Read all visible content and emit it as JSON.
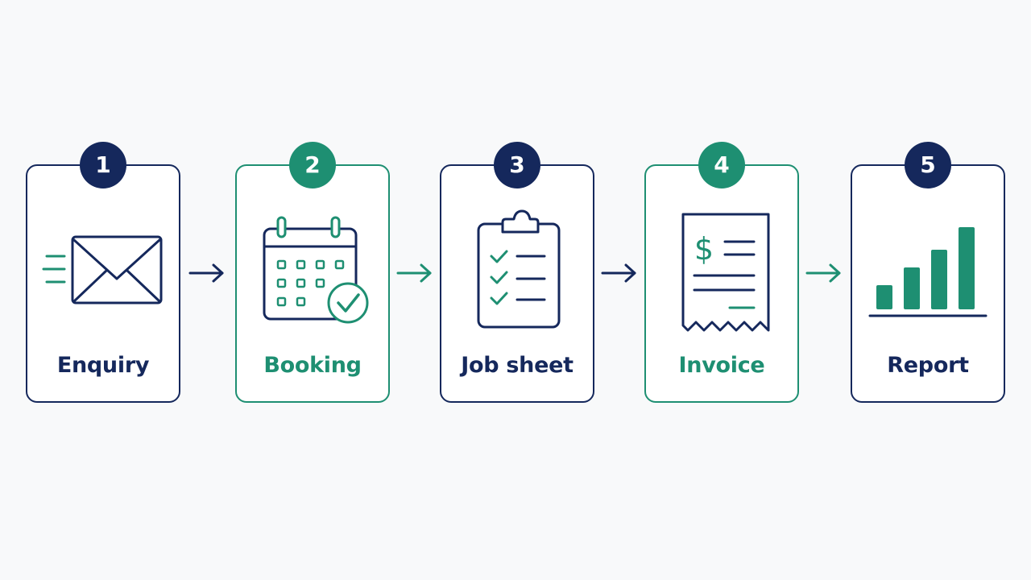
{
  "colors": {
    "navy": "#15285c",
    "teal": "#1e8f72",
    "background": "#f8f9fa"
  },
  "steps": [
    {
      "number": "1",
      "label": "Enquiry",
      "icon": "envelope-icon",
      "color": "navy"
    },
    {
      "number": "2",
      "label": "Booking",
      "icon": "calendar-check-icon",
      "color": "teal"
    },
    {
      "number": "3",
      "label": "Job sheet",
      "icon": "clipboard-checklist-icon",
      "color": "navy"
    },
    {
      "number": "4",
      "label": "Invoice",
      "icon": "invoice-receipt-icon",
      "color": "teal"
    },
    {
      "number": "5",
      "label": "Report",
      "icon": "bar-chart-icon",
      "color": "navy"
    }
  ],
  "connectors": [
    {
      "icon": "arrow-right-icon",
      "color": "navy"
    },
    {
      "icon": "arrow-right-icon",
      "color": "teal"
    },
    {
      "icon": "arrow-right-icon",
      "color": "navy"
    },
    {
      "icon": "arrow-right-icon",
      "color": "teal"
    }
  ]
}
